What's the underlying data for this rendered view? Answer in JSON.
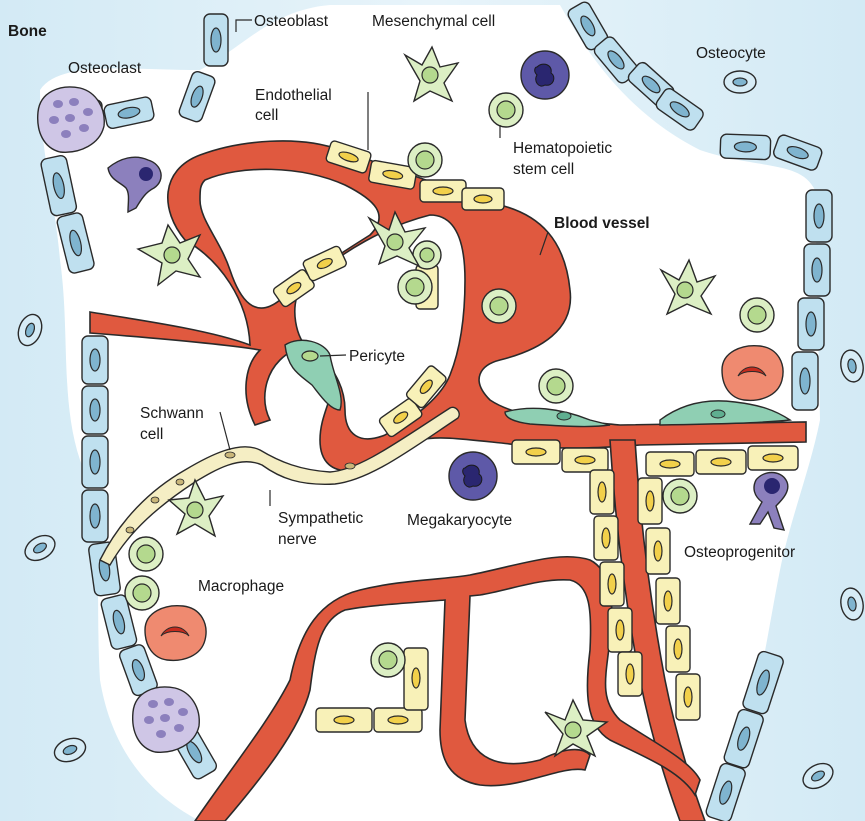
{
  "labels": {
    "bone": "Bone",
    "osteoblast": "Osteoblast",
    "mesenchymal_cell": "Mesenchymal cell",
    "osteocyte": "Osteocyte",
    "osteoclast": "Osteoclast",
    "endothelial_cell_line1": "Endothelial",
    "endothelial_cell_line2": "cell",
    "hematopoietic_line1": "Hematopoietic",
    "hematopoietic_line2": "stem cell",
    "blood_vessel": "Blood vessel",
    "pericyte": "Pericyte",
    "schwann_line1": "Schwann",
    "schwann_line2": "cell",
    "sympathetic_line1": "Sympathetic",
    "sympathetic_line2": "nerve",
    "megakaryocyte": "Megakaryocyte",
    "osteoprogenitor": "Osteoprogenitor",
    "macrophage": "Macrophage"
  },
  "colors": {
    "bone": "#d7ecf6",
    "vessel": "#e0593f",
    "endothelial": "#f8f1b8",
    "osteoblast": "#bfe0ef",
    "mesenchymal": "#dcefc4",
    "pericyte": "#8fcfb3",
    "osteoclast": "#cfc6e6",
    "megakaryocyte": "#5e59a8",
    "macrophage": "#ef8a70"
  }
}
